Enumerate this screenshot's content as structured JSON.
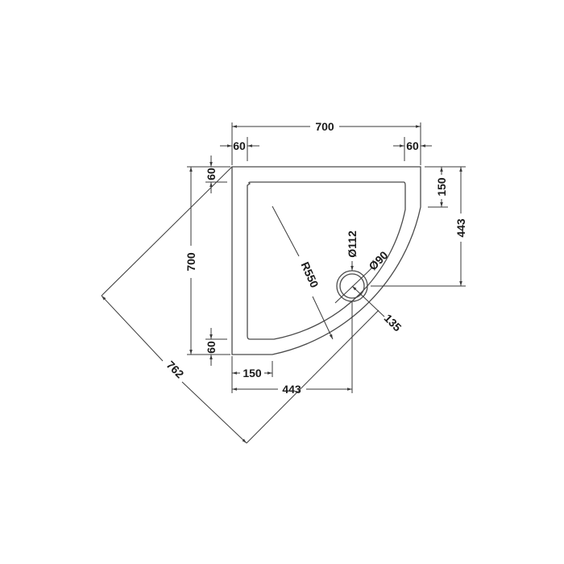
{
  "diagram": {
    "title": "Quadrant shower tray technical drawing",
    "units": "mm",
    "colors": {
      "line": "#3a3a3a",
      "text": "#1a1a1a",
      "background": "#ffffff"
    },
    "dimensions": {
      "overall_width": "700",
      "top_left_lip": "60",
      "top_right_lip": "60",
      "left_top_lip": "60",
      "overall_height": "700",
      "left_bottom_lip": "60",
      "bottom_straight": "150",
      "bottom_to_waste": "443",
      "right_straight": "150",
      "right_to_waste": "443",
      "diagonal": "762",
      "radius": "R550",
      "waste_outer_diameter": "Ø112",
      "waste_inner_diameter": "Ø90",
      "waste_to_edge": "135"
    }
  }
}
